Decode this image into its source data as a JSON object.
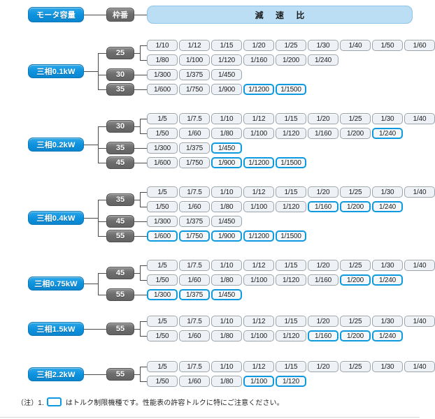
{
  "header": {
    "motor_capacity_label": "モータ容量",
    "frame_no_label": "枠番",
    "ratio_label": "減 速 比"
  },
  "colors": {
    "capacity_blue": "#0d93e0",
    "frame_gray": "#6e6e6e",
    "ratio_header_blue": "#bcdef5",
    "cell_fill": "#eef2f6",
    "cell_border": "#9aa2aa",
    "highlight_border": "#0f9ae0",
    "line": "#4a4a4a"
  },
  "footnote": {
    "prefix": "（注）1.",
    "swatch": "torque-limit-box",
    "text": "はトルク制限機種です。性能表の許容トルクに特にご注意ください。"
  },
  "groups": [
    {
      "capacity": "三相0.1kW",
      "frames": [
        {
          "frame": "25",
          "rows": [
            [
              {
                "label": "1/10",
                "highlight": false
              },
              {
                "label": "1/12",
                "highlight": false
              },
              {
                "label": "1/15",
                "highlight": false
              },
              {
                "label": "1/20",
                "highlight": false
              },
              {
                "label": "1/25",
                "highlight": false
              },
              {
                "label": "1/30",
                "highlight": false
              },
              {
                "label": "1/40",
                "highlight": false
              },
              {
                "label": "1/50",
                "highlight": false
              },
              {
                "label": "1/60",
                "highlight": false
              }
            ],
            [
              {
                "label": "1/80",
                "highlight": false
              },
              {
                "label": "1/100",
                "highlight": false
              },
              {
                "label": "1/120",
                "highlight": false
              },
              {
                "label": "1/160",
                "highlight": false
              },
              {
                "label": "1/200",
                "highlight": false
              },
              {
                "label": "1/240",
                "highlight": false
              }
            ]
          ]
        },
        {
          "frame": "30",
          "rows": [
            [
              {
                "label": "1/300",
                "highlight": false
              },
              {
                "label": "1/375",
                "highlight": false
              },
              {
                "label": "1/450",
                "highlight": false
              }
            ]
          ]
        },
        {
          "frame": "35",
          "rows": [
            [
              {
                "label": "1/600",
                "highlight": false
              },
              {
                "label": "1/750",
                "highlight": false
              },
              {
                "label": "1/900",
                "highlight": false
              },
              {
                "label": "1/1200",
                "highlight": true
              },
              {
                "label": "1/1500",
                "highlight": true
              }
            ]
          ]
        }
      ]
    },
    {
      "capacity": "三相0.2kW",
      "frames": [
        {
          "frame": "30",
          "rows": [
            [
              {
                "label": "1/5",
                "highlight": false
              },
              {
                "label": "1/7.5",
                "highlight": false
              },
              {
                "label": "1/10",
                "highlight": false
              },
              {
                "label": "1/12",
                "highlight": false
              },
              {
                "label": "1/15",
                "highlight": false
              },
              {
                "label": "1/20",
                "highlight": false
              },
              {
                "label": "1/25",
                "highlight": false
              },
              {
                "label": "1/30",
                "highlight": false
              },
              {
                "label": "1/40",
                "highlight": false
              }
            ],
            [
              {
                "label": "1/50",
                "highlight": false
              },
              {
                "label": "1/60",
                "highlight": false
              },
              {
                "label": "1/80",
                "highlight": false
              },
              {
                "label": "1/100",
                "highlight": false
              },
              {
                "label": "1/120",
                "highlight": false
              },
              {
                "label": "1/160",
                "highlight": false
              },
              {
                "label": "1/200",
                "highlight": false
              },
              {
                "label": "1/240",
                "highlight": true
              }
            ]
          ]
        },
        {
          "frame": "35",
          "rows": [
            [
              {
                "label": "1/300",
                "highlight": false
              },
              {
                "label": "1/375",
                "highlight": false
              },
              {
                "label": "1/450",
                "highlight": true
              }
            ]
          ]
        },
        {
          "frame": "45",
          "rows": [
            [
              {
                "label": "1/600",
                "highlight": false
              },
              {
                "label": "1/750",
                "highlight": false
              },
              {
                "label": "1/900",
                "highlight": true
              },
              {
                "label": "1/1200",
                "highlight": true
              },
              {
                "label": "1/1500",
                "highlight": true
              }
            ]
          ]
        }
      ]
    },
    {
      "capacity": "三相0.4kW",
      "frames": [
        {
          "frame": "35",
          "rows": [
            [
              {
                "label": "1/5",
                "highlight": false
              },
              {
                "label": "1/7.5",
                "highlight": false
              },
              {
                "label": "1/10",
                "highlight": false
              },
              {
                "label": "1/12",
                "highlight": false
              },
              {
                "label": "1/15",
                "highlight": false
              },
              {
                "label": "1/20",
                "highlight": false
              },
              {
                "label": "1/25",
                "highlight": false
              },
              {
                "label": "1/30",
                "highlight": false
              },
              {
                "label": "1/40",
                "highlight": false
              }
            ],
            [
              {
                "label": "1/50",
                "highlight": false
              },
              {
                "label": "1/60",
                "highlight": false
              },
              {
                "label": "1/80",
                "highlight": false
              },
              {
                "label": "1/100",
                "highlight": false
              },
              {
                "label": "1/120",
                "highlight": false
              },
              {
                "label": "1/160",
                "highlight": true
              },
              {
                "label": "1/200",
                "highlight": true
              },
              {
                "label": "1/240",
                "highlight": true
              }
            ]
          ]
        },
        {
          "frame": "45",
          "rows": [
            [
              {
                "label": "1/300",
                "highlight": false
              },
              {
                "label": "1/375",
                "highlight": false
              },
              {
                "label": "1/450",
                "highlight": false
              }
            ]
          ]
        },
        {
          "frame": "55",
          "rows": [
            [
              {
                "label": "1/600",
                "highlight": true
              },
              {
                "label": "1/750",
                "highlight": true
              },
              {
                "label": "1/900",
                "highlight": true
              },
              {
                "label": "1/1200",
                "highlight": true
              },
              {
                "label": "1/1500",
                "highlight": true
              }
            ]
          ]
        }
      ]
    },
    {
      "capacity": "三相0.75kW",
      "frames": [
        {
          "frame": "45",
          "rows": [
            [
              {
                "label": "1/5",
                "highlight": false
              },
              {
                "label": "1/7.5",
                "highlight": false
              },
              {
                "label": "1/10",
                "highlight": false
              },
              {
                "label": "1/12",
                "highlight": false
              },
              {
                "label": "1/15",
                "highlight": false
              },
              {
                "label": "1/20",
                "highlight": false
              },
              {
                "label": "1/25",
                "highlight": false
              },
              {
                "label": "1/30",
                "highlight": false
              },
              {
                "label": "1/40",
                "highlight": false
              }
            ],
            [
              {
                "label": "1/50",
                "highlight": false
              },
              {
                "label": "1/60",
                "highlight": false
              },
              {
                "label": "1/80",
                "highlight": false
              },
              {
                "label": "1/100",
                "highlight": false
              },
              {
                "label": "1/120",
                "highlight": false
              },
              {
                "label": "1/160",
                "highlight": false
              },
              {
                "label": "1/200",
                "highlight": true
              },
              {
                "label": "1/240",
                "highlight": true
              }
            ]
          ]
        },
        {
          "frame": "55",
          "rows": [
            [
              {
                "label": "1/300",
                "highlight": true
              },
              {
                "label": "1/375",
                "highlight": true
              },
              {
                "label": "1/450",
                "highlight": true
              }
            ]
          ]
        }
      ]
    },
    {
      "capacity": "三相1.5kW",
      "frames": [
        {
          "frame": "55",
          "rows": [
            [
              {
                "label": "1/5",
                "highlight": false
              },
              {
                "label": "1/7.5",
                "highlight": false
              },
              {
                "label": "1/10",
                "highlight": false
              },
              {
                "label": "1/12",
                "highlight": false
              },
              {
                "label": "1/15",
                "highlight": false
              },
              {
                "label": "1/20",
                "highlight": false
              },
              {
                "label": "1/25",
                "highlight": false
              },
              {
                "label": "1/30",
                "highlight": false
              },
              {
                "label": "1/40",
                "highlight": false
              }
            ],
            [
              {
                "label": "1/50",
                "highlight": false
              },
              {
                "label": "1/60",
                "highlight": false
              },
              {
                "label": "1/80",
                "highlight": false
              },
              {
                "label": "1/100",
                "highlight": false
              },
              {
                "label": "1/120",
                "highlight": false
              },
              {
                "label": "1/160",
                "highlight": true
              },
              {
                "label": "1/200",
                "highlight": true
              },
              {
                "label": "1/240",
                "highlight": true
              }
            ]
          ]
        }
      ]
    },
    {
      "capacity": "三相2.2kW",
      "frames": [
        {
          "frame": "55",
          "rows": [
            [
              {
                "label": "1/5",
                "highlight": false
              },
              {
                "label": "1/7.5",
                "highlight": false
              },
              {
                "label": "1/10",
                "highlight": false
              },
              {
                "label": "1/12",
                "highlight": false
              },
              {
                "label": "1/15",
                "highlight": false
              },
              {
                "label": "1/20",
                "highlight": false
              },
              {
                "label": "1/25",
                "highlight": false
              },
              {
                "label": "1/30",
                "highlight": false
              },
              {
                "label": "1/40",
                "highlight": false
              }
            ],
            [
              {
                "label": "1/50",
                "highlight": false
              },
              {
                "label": "1/60",
                "highlight": false
              },
              {
                "label": "1/80",
                "highlight": false
              },
              {
                "label": "1/100",
                "highlight": true
              },
              {
                "label": "1/120",
                "highlight": true
              }
            ]
          ]
        }
      ]
    }
  ]
}
